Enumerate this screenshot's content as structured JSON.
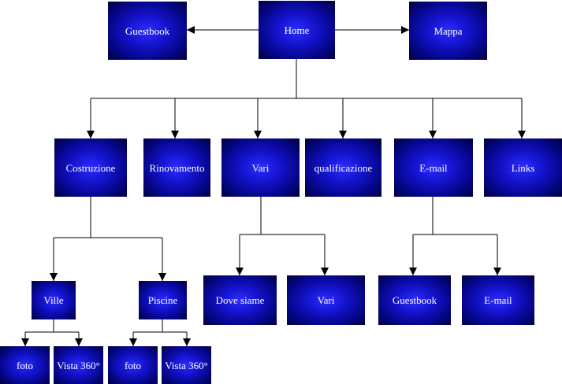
{
  "nodes": {
    "guestbook_top": "Guestbook",
    "home": "Home",
    "mappa": "Mappa",
    "costruzione": "Costruzione",
    "rinovamento": "Rinovamento",
    "vari": "Vari",
    "qualificazione": "qualificazione",
    "email": "E-mail",
    "links": "Links",
    "ville": "Ville",
    "piscine": "Piscine",
    "dove_siame": "Dove siame",
    "vari_sub": "Vari",
    "guestbook_sub": "Guestbook",
    "email_sub": "E-mail",
    "foto_ville": "foto",
    "vista_ville": "Vista 360°",
    "foto_piscine": "foto",
    "vista_piscine": "Vista 360°"
  },
  "colors": {
    "node_center": "#2d2dff",
    "node_edge": "#00003c",
    "connector": "#000000"
  }
}
